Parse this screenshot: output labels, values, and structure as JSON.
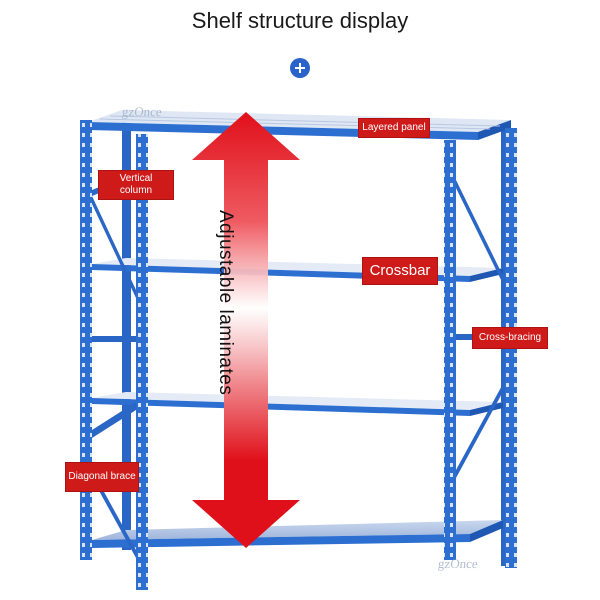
{
  "header": {
    "title": "Shelf structure display"
  },
  "icons": {
    "top_icon": "plus-circle-icon"
  },
  "colors": {
    "frame_blue": "#2d6fd1",
    "frame_dark": "#1b4fa8",
    "callout_red": "#cf1a1a",
    "arrow_red": "#e0101a"
  },
  "labels": {
    "layered_panel": "Layered panel",
    "vertical_column": "Vertical column",
    "crossbar": "Crossbar",
    "cross_bracing": "Cross-bracing",
    "diagonal_brace": "Diagonal brace",
    "adjustable_laminates": "Adjustable laminates"
  },
  "watermark": {
    "text_top": "gzOnce",
    "text_bottom": "gzOnce"
  }
}
